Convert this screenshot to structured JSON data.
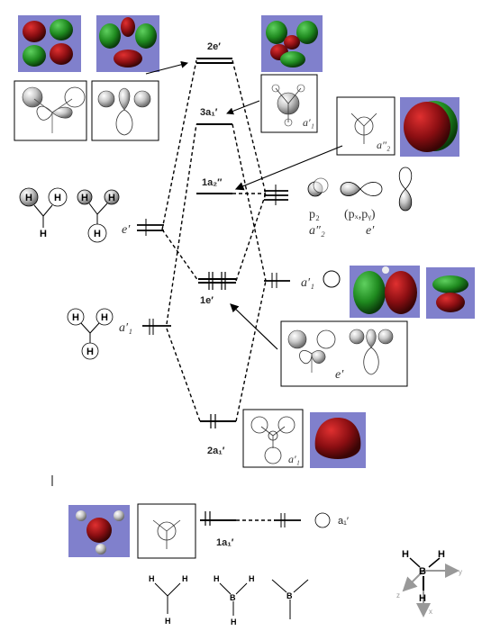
{
  "mo_labels": {
    "e2": "2e′",
    "a3": "3a₁′",
    "a2pp": "1a₂″",
    "e1": "1e′",
    "a2": "2a₁′",
    "a1": "1a₁′"
  },
  "fragment_labels": {
    "e_prime": "e′",
    "a1_prime": "a′₁",
    "a2_dprime": "a″₂",
    "pz": "p₂",
    "pxpy": "(pₓ,pᵧ)",
    "b_a1_prime": "a′₁",
    "core_a1": "a₁′"
  },
  "atom_labels": {
    "hydrogen": "H",
    "boron": "B"
  },
  "axes": {
    "x": "x",
    "y": "y",
    "z": "z"
  },
  "colors": {
    "panel": "#8080cc",
    "lobe_red": "#8a0e12",
    "lobe_green": "#2a8a2a",
    "line": "#000000"
  }
}
